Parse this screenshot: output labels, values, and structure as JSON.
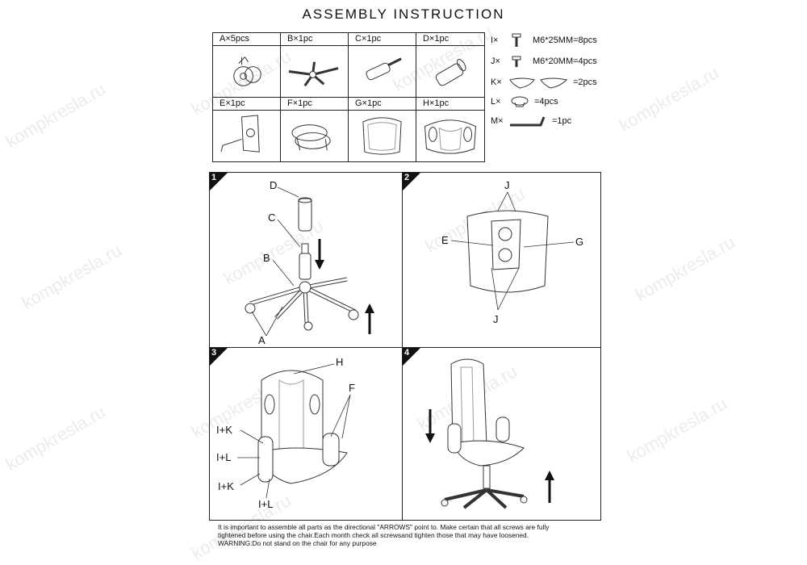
{
  "title": "ASSEMBLY INSTRUCTION",
  "parts": [
    {
      "label": "A×5pcs",
      "icon": "caster-icon"
    },
    {
      "label": "B×1pc",
      "icon": "base-icon"
    },
    {
      "label": "C×1pc",
      "icon": "gas-lift-icon"
    },
    {
      "label": "D×1pc",
      "icon": "gas-lift-cover-icon"
    },
    {
      "label": "E×1pc",
      "icon": "mechanism-icon"
    },
    {
      "label": "F×1pc",
      "icon": "armrests-icon"
    },
    {
      "label": "G×1pc",
      "icon": "seat-icon"
    },
    {
      "label": "H×1pc",
      "icon": "backrest-icon"
    }
  ],
  "hardware": [
    {
      "key": "I×",
      "text": "M6*25MM=8pcs",
      "icon": "long-screw-icon"
    },
    {
      "key": "J×",
      "text": "M6*20MM=4pcs",
      "icon": "short-screw-icon"
    },
    {
      "key": "K×",
      "text": "=2pcs",
      "icon": "armrest-cover-icon"
    },
    {
      "key": "L×",
      "text": "=4pcs",
      "icon": "cap-icon"
    },
    {
      "key": "M×",
      "text": "=1pc",
      "icon": "hex-key-icon"
    }
  ],
  "steps": {
    "s1": {
      "num": "1",
      "labels": {
        "d": "D",
        "c": "C",
        "b": "B",
        "a": "A"
      }
    },
    "s2": {
      "num": "2",
      "labels": {
        "j1": "J",
        "e": "E",
        "g": "G",
        "j2": "J"
      }
    },
    "s3": {
      "num": "3",
      "labels": {
        "h": "H",
        "f": "F",
        "ik1": "I+K",
        "il1": "I+L",
        "ik2": "I+K",
        "il2": "I+L"
      }
    },
    "s4": {
      "num": "4"
    }
  },
  "note": {
    "line1": "It is important to assemble all parts as the directional \"ARROWS\" point to. Make certain that all screws are fully",
    "line2": "tightened  before using the chair.Each month check all screwsand tighten those that may have loosened.",
    "line3": "WARNING:Do not stand on the chair for any purpose"
  },
  "watermark": "kompkresla.ru"
}
